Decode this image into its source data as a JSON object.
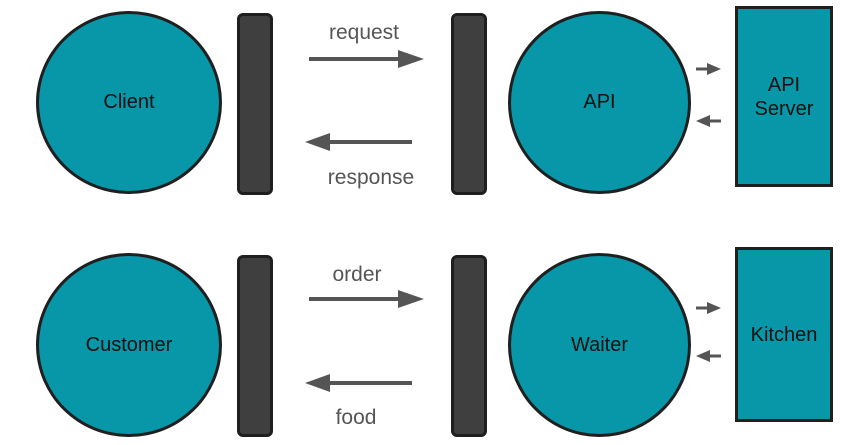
{
  "colors": {
    "circle_fill": "#0797a8",
    "box_fill": "#0797a8",
    "bar_fill": "#3f3f3f",
    "outline": "#1f1f1f",
    "arrow": "#555555",
    "label": "#555555",
    "text": "#111111"
  },
  "rows": [
    {
      "left_node": "Client",
      "forward_label": "request",
      "back_label": "response",
      "middle_node": "API",
      "right_node": "API\nServer"
    },
    {
      "left_node": "Customer",
      "forward_label": "order",
      "back_label": "food",
      "middle_node": "Waiter",
      "right_node": "Kitchen"
    }
  ]
}
